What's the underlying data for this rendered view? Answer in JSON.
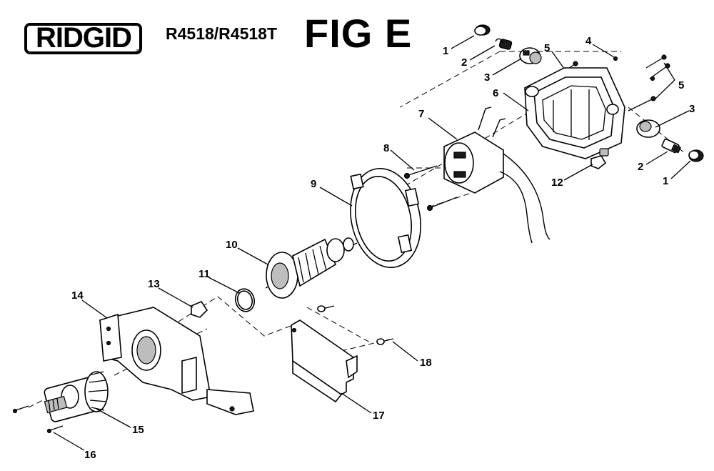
{
  "header": {
    "logo_text": "RIDGID",
    "logo_reg": "®",
    "model": "R4518/R4518T",
    "figure": "FIG E"
  },
  "callouts": [
    {
      "id": "c1a",
      "label": "1"
    },
    {
      "id": "c2a",
      "label": "2"
    },
    {
      "id": "c3a",
      "label": "3"
    },
    {
      "id": "c5a",
      "label": "5"
    },
    {
      "id": "c4",
      "label": "4"
    },
    {
      "id": "c5b",
      "label": "5"
    },
    {
      "id": "c6",
      "label": "6"
    },
    {
      "id": "c3b",
      "label": "3"
    },
    {
      "id": "c7",
      "label": "7"
    },
    {
      "id": "c8",
      "label": "8"
    },
    {
      "id": "c2b",
      "label": "2"
    },
    {
      "id": "c1b",
      "label": "1"
    },
    {
      "id": "c12",
      "label": "12"
    },
    {
      "id": "c9",
      "label": "9"
    },
    {
      "id": "c10",
      "label": "10"
    },
    {
      "id": "c11",
      "label": "11"
    },
    {
      "id": "c13",
      "label": "13"
    },
    {
      "id": "c14",
      "label": "14"
    },
    {
      "id": "c18",
      "label": "18"
    },
    {
      "id": "c15",
      "label": "15"
    },
    {
      "id": "c17",
      "label": "17"
    },
    {
      "id": "c16",
      "label": "16"
    }
  ]
}
